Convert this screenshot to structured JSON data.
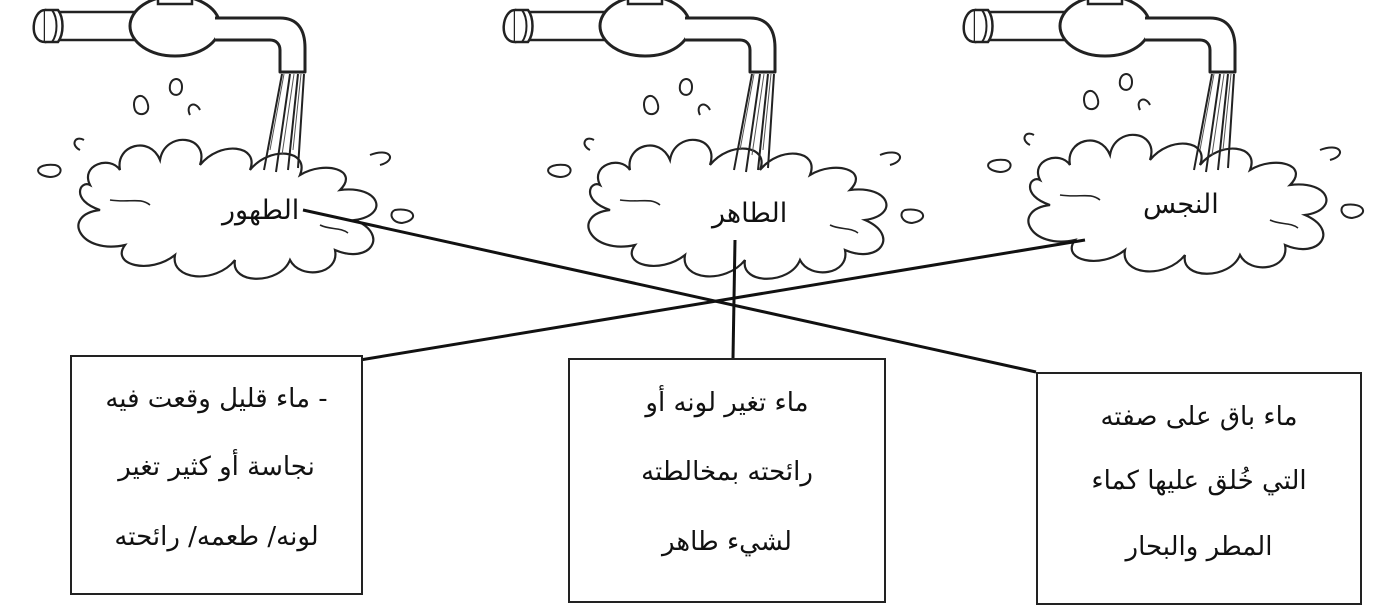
{
  "taps": [
    {
      "id": "tahur",
      "label": "الطهور"
    },
    {
      "id": "taher",
      "label": "الطاهر"
    },
    {
      "id": "najes",
      "label": "النجس"
    }
  ],
  "boxes": [
    {
      "id": "left",
      "lines": [
        "- ماء قليل وقعت فيه",
        "نجاسة أو كثير تغير",
        "لونه/ طعمه/ رائحته"
      ]
    },
    {
      "id": "middle",
      "lines": [
        "ماء تغير لونه أو",
        "رائحته بمخالطته",
        "لشيء طاهر"
      ]
    },
    {
      "id": "right",
      "lines": [
        "ماء باق على صفته",
        "التي خُلق عليها كماء",
        "المطر والبحار"
      ]
    }
  ],
  "connections": [
    {
      "from": "tahur",
      "to": "right"
    },
    {
      "from": "taher",
      "to": "middle"
    },
    {
      "from": "najes",
      "to": "left"
    }
  ]
}
